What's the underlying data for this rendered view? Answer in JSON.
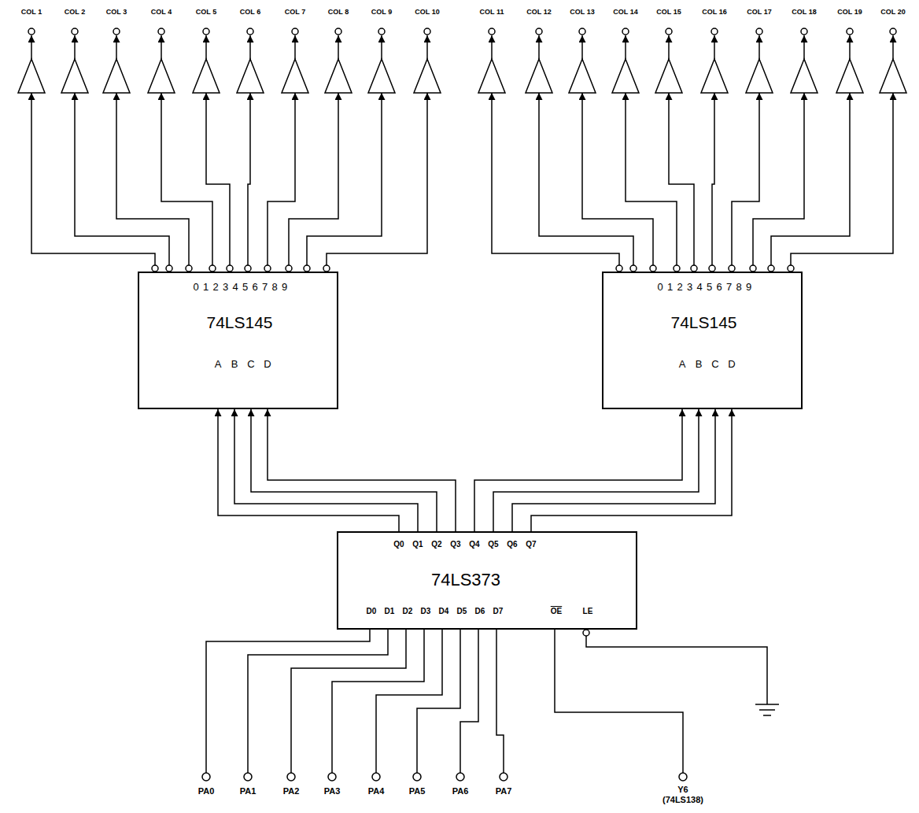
{
  "diagram": {
    "nodes": [
      {
        "text": [
          "0",
          "1",
          "2",
          "3",
          "4",
          "5",
          "6",
          "7",
          "8",
          "9",
          "74LS145",
          "A",
          "B",
          "C",
          "D"
        ]
      },
      {
        "text": [
          "0",
          "1",
          "2",
          "3",
          "4",
          "5",
          "6",
          "7",
          "8",
          "9",
          "74LS145",
          "A",
          "B",
          "C",
          "D"
        ]
      },
      {
        "text": [
          "Q0",
          "Q1",
          "Q2",
          "Q3",
          "Q4",
          "Q5",
          "Q6",
          "Q7",
          "74LS373",
          "D0",
          "D1",
          "D2",
          "D3",
          "D4",
          "D5",
          "D6",
          "D7",
          "OE",
          "LE"
        ]
      }
    ],
    "edges": [
      {
        "from": 2,
        "to": 0,
        "arrow": "to"
      },
      {
        "from": 2,
        "to": 0,
        "arrow": "to"
      },
      {
        "from": 2,
        "to": 0,
        "arrow": "to"
      },
      {
        "from": 2,
        "to": 0,
        "arrow": "to"
      },
      {
        "from": 2,
        "to": 1,
        "arrow": "to"
      },
      {
        "from": 2,
        "to": 1,
        "arrow": "to"
      },
      {
        "from": 2,
        "to": 1,
        "arrow": "to"
      },
      {
        "from": 2,
        "to": 1,
        "arrow": "to"
      }
    ],
    "labels": [
      "COL 1",
      "COL 2",
      "COL 3",
      "COL 4",
      "COL 5",
      "COL 6",
      "COL 7",
      "COL 8",
      "COL 9",
      "COL 10",
      "COL 11",
      "COL 12",
      "COL 13",
      "COL 14",
      "COL 15",
      "COL 16",
      "COL 17",
      "COL 18",
      "COL 19",
      "COL 20",
      "PA0",
      "PA1",
      "PA2",
      "PA3",
      "PA4",
      "PA5",
      "PA6",
      "PA7",
      "Y6 (74LS138)"
    ]
  }
}
